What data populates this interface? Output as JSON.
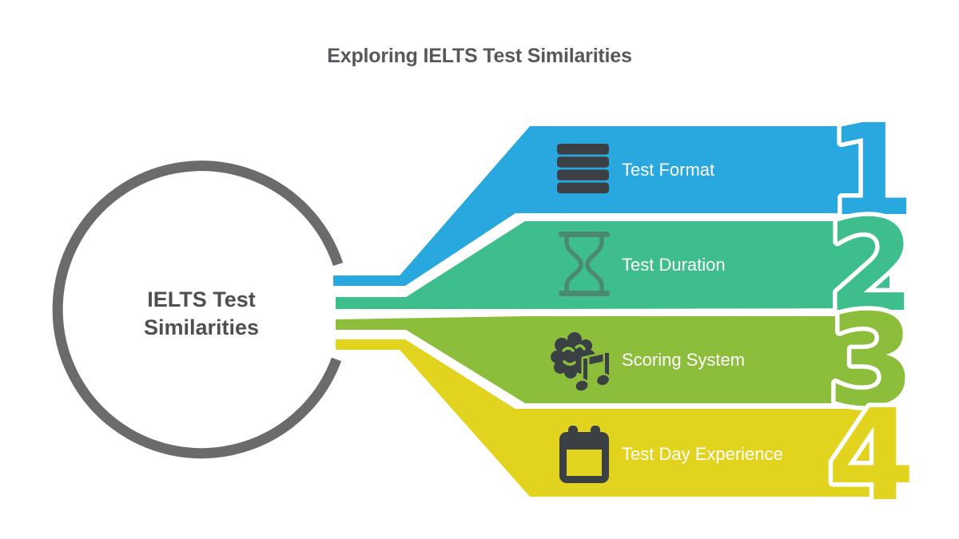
{
  "title": "Exploring IELTS Test Similarities",
  "center": {
    "line1": "IELTS Test",
    "line2": "Similarities"
  },
  "colors": {
    "title_text": "#56585c",
    "center_text": "#4d4f52",
    "ring": "#6a6b6d",
    "icon_dark": "#3b4045",
    "label_text": "#ffffff",
    "hourglass_gray": "#55585880"
  },
  "items": [
    {
      "number": "1",
      "label": "Test Format",
      "color": "#29a8df",
      "icon": "list-stack-icon"
    },
    {
      "number": "2",
      "label": "Test Duration",
      "color": "#3ebd8d",
      "icon": "hourglass-icon"
    },
    {
      "number": "3",
      "label": "Scoring System",
      "color": "#8cbe3c",
      "icon": "brain-music-icon"
    },
    {
      "number": "4",
      "label": "Test Day Experience",
      "color": "#e2d31f",
      "icon": "calendar-icon"
    }
  ]
}
